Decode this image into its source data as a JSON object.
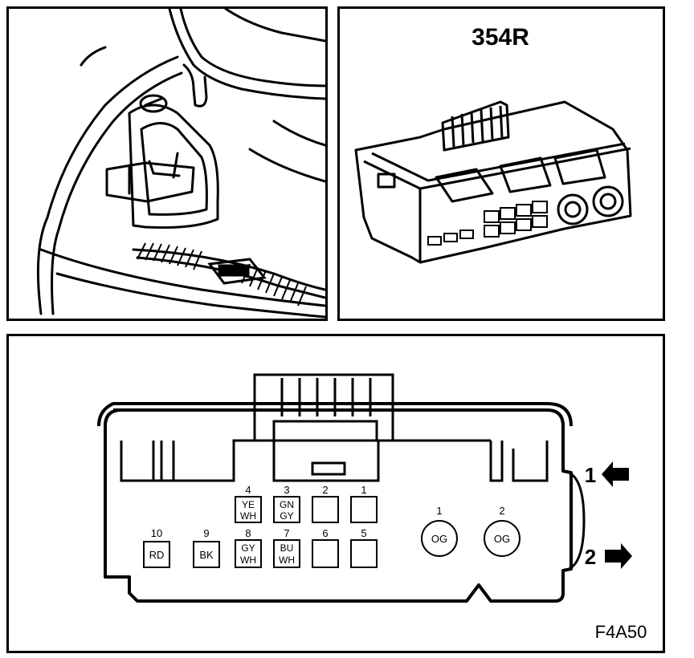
{
  "connector": {
    "id": "354R"
  },
  "figure_code": "F4A50",
  "pins": [
    {
      "num": "4",
      "wire": [
        "YE",
        "WH"
      ]
    },
    {
      "num": "3",
      "wire": [
        "GN",
        "GY"
      ]
    },
    {
      "num": "2",
      "wire": []
    },
    {
      "num": "1",
      "wire": []
    },
    {
      "num": "10",
      "wire": [
        "RD"
      ]
    },
    {
      "num": "9",
      "wire": [
        "BK"
      ]
    },
    {
      "num": "8",
      "wire": [
        "GY",
        "WH"
      ]
    },
    {
      "num": "7",
      "wire": [
        "BU",
        "WH"
      ]
    },
    {
      "num": "6",
      "wire": []
    },
    {
      "num": "5",
      "wire": []
    }
  ],
  "round_pins": [
    {
      "num": "1",
      "wire": "OG"
    },
    {
      "num": "2",
      "wire": "OG"
    }
  ],
  "arrows": [
    {
      "num": "1",
      "direction": "left"
    },
    {
      "num": "2",
      "direction": "right"
    }
  ]
}
